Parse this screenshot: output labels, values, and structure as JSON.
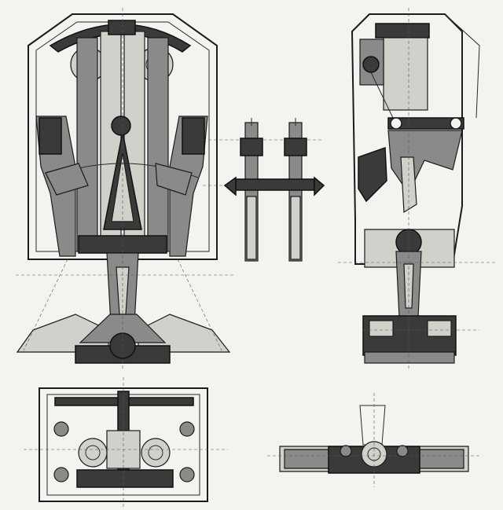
{
  "drawing": {
    "views": [
      {
        "id": "front-elevation"
      },
      {
        "id": "side-elevation"
      },
      {
        "id": "detail-linkage"
      },
      {
        "id": "plan-view"
      },
      {
        "id": "end-view"
      }
    ]
  },
  "colors": {
    "paper": "#f4f3f0",
    "ink": "#1b1b1b",
    "dark_fill": "#3a3a3a",
    "mid_fill": "#8a8a8a",
    "light_fill": "#d2d0cb"
  }
}
